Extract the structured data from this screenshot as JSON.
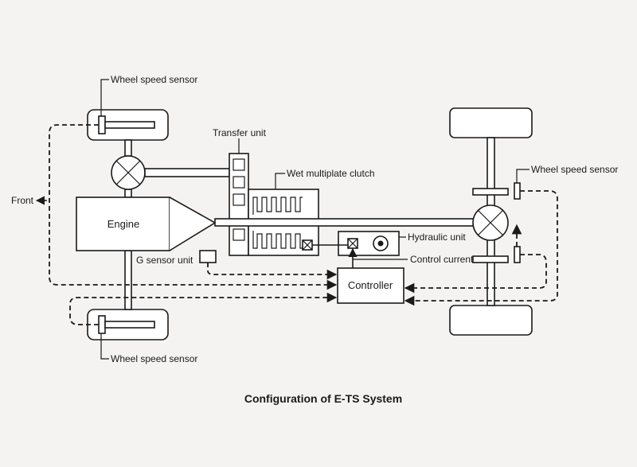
{
  "labels": {
    "front": "Front",
    "wheel_speed_sensor_front_left": "Wheel speed sensor",
    "wheel_speed_sensor_rear_left": "Wheel speed sensor",
    "wheel_speed_sensor_right": "Wheel speed sensor",
    "transfer_unit": "Transfer unit",
    "wet_multiplate_clutch": "Wet multiplate clutch",
    "engine": "Engine",
    "hydraulic_unit": "Hydraulic unit",
    "g_sensor_unit": "G sensor unit",
    "control_current": "Control current",
    "controller": "Controller"
  },
  "caption": "Configuration of E-TS System"
}
